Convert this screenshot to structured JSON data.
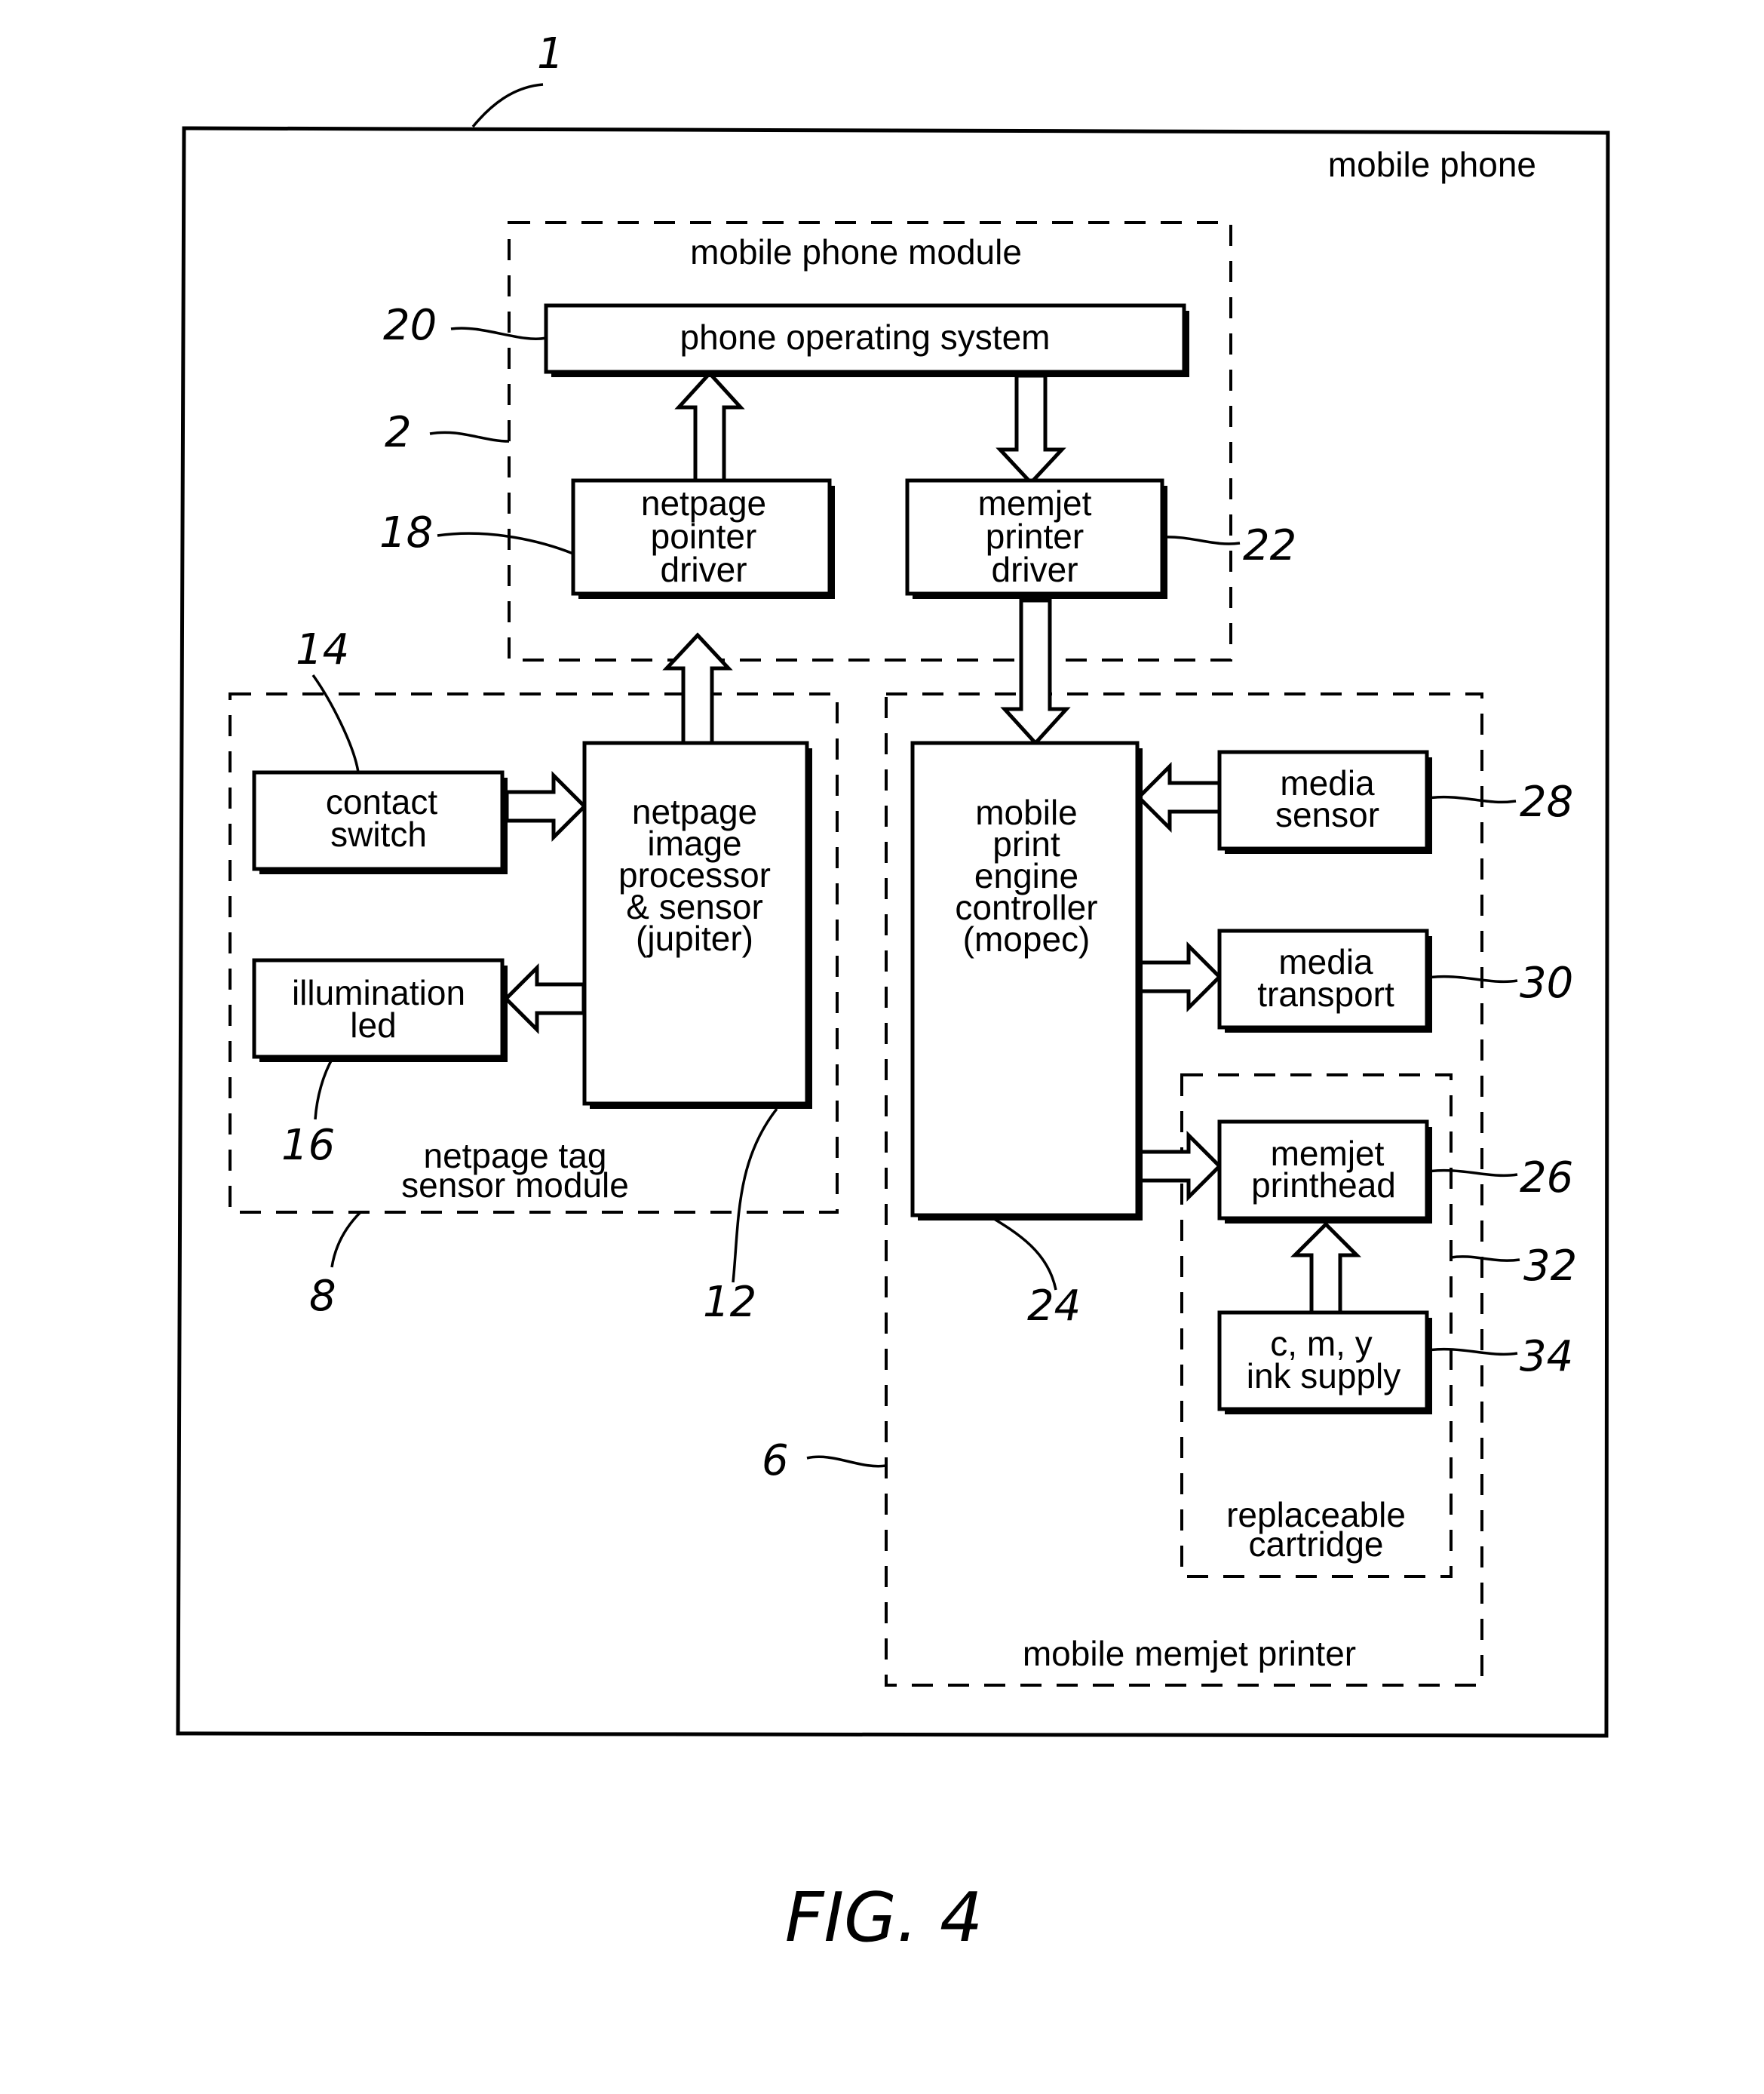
{
  "containers": {
    "mobile_phone": "mobile phone",
    "mobile_phone_module": "mobile phone module",
    "tag_sensor_module": [
      "netpage tag",
      "sensor module"
    ],
    "memjet_printer": "mobile memjet printer",
    "cartridge": [
      "replaceable",
      "cartridge"
    ]
  },
  "blocks": {
    "phone_os": "phone operating system",
    "pointer_driver": [
      "netpage",
      "pointer",
      "driver"
    ],
    "printer_driver": [
      "memjet",
      "printer",
      "driver"
    ],
    "contact_switch": [
      "contact",
      "switch"
    ],
    "illumination_led": [
      "illumination",
      "led"
    ],
    "image_processor": [
      "netpage",
      "image",
      "processor",
      "& sensor",
      "(jupiter)"
    ],
    "mopec": [
      "mobile",
      "print",
      "engine",
      "controller",
      "(mopec)"
    ],
    "media_sensor": [
      "media",
      "sensor"
    ],
    "media_transport": [
      "media",
      "transport"
    ],
    "printhead": [
      "memjet",
      "printhead"
    ],
    "ink_supply": [
      "c, m, y",
      "ink supply"
    ]
  },
  "refs": {
    "r1": "1",
    "r2": "2",
    "r6": "6",
    "r8": "8",
    "r12": "12",
    "r14": "14",
    "r16": "16",
    "r18": "18",
    "r20": "20",
    "r22": "22",
    "r24": "24",
    "r26": "26",
    "r28": "28",
    "r30": "30",
    "r32": "32",
    "r34": "34"
  },
  "figure_caption": "FIG. 4"
}
